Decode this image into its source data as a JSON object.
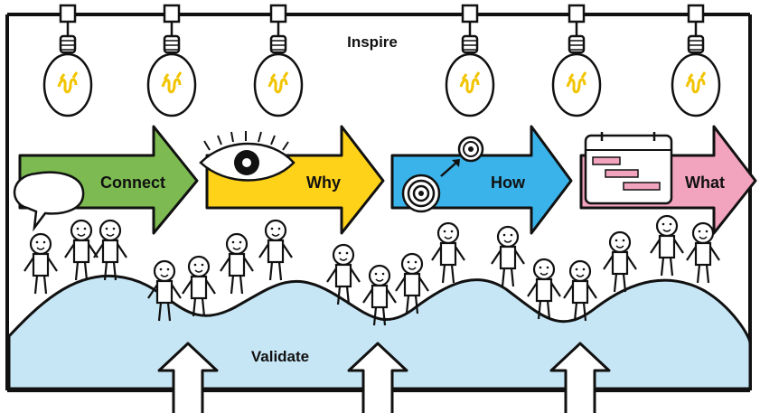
{
  "top_label": "Inspire",
  "bottom_label": "Validate",
  "stages": [
    {
      "label": "Connect",
      "color": "#7dbb52",
      "icon": "speech-bubble-icon"
    },
    {
      "label": "Why",
      "color": "#ffd21a",
      "icon": "eye-icon"
    },
    {
      "label": "How",
      "color": "#3ab3ea",
      "icon": "target-icon"
    },
    {
      "label": "What",
      "color": "#f2a3bd",
      "icon": "gantt-chart-icon"
    }
  ],
  "colors": {
    "bulb_filament": "#f2c400",
    "hills": "#c7e6f5",
    "outline": "#111111"
  },
  "icons": {
    "bulb": "lightbulb-icon",
    "up_arrow": "up-arrow-icon",
    "person": "stick-figure-icon"
  }
}
